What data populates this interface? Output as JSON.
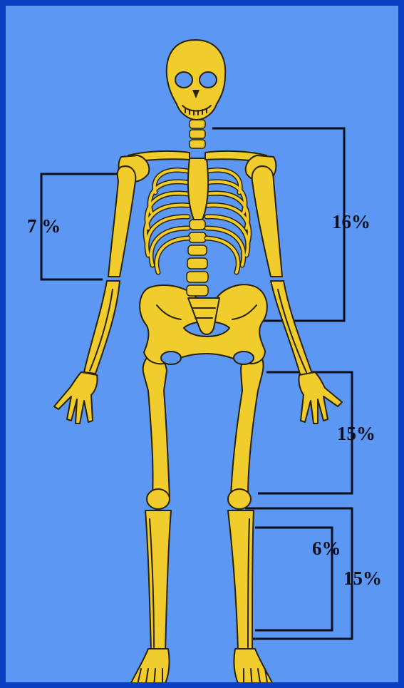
{
  "labels": {
    "arm": "7 %",
    "torso": "16%",
    "thigh": "15%",
    "calf_inner": "6%",
    "calf_outer": "15%"
  },
  "colors": {
    "border": "#0a3fc4",
    "background": "#5b97f3",
    "bone": "#f0cc2c",
    "bracket": "#0b0f1e"
  }
}
